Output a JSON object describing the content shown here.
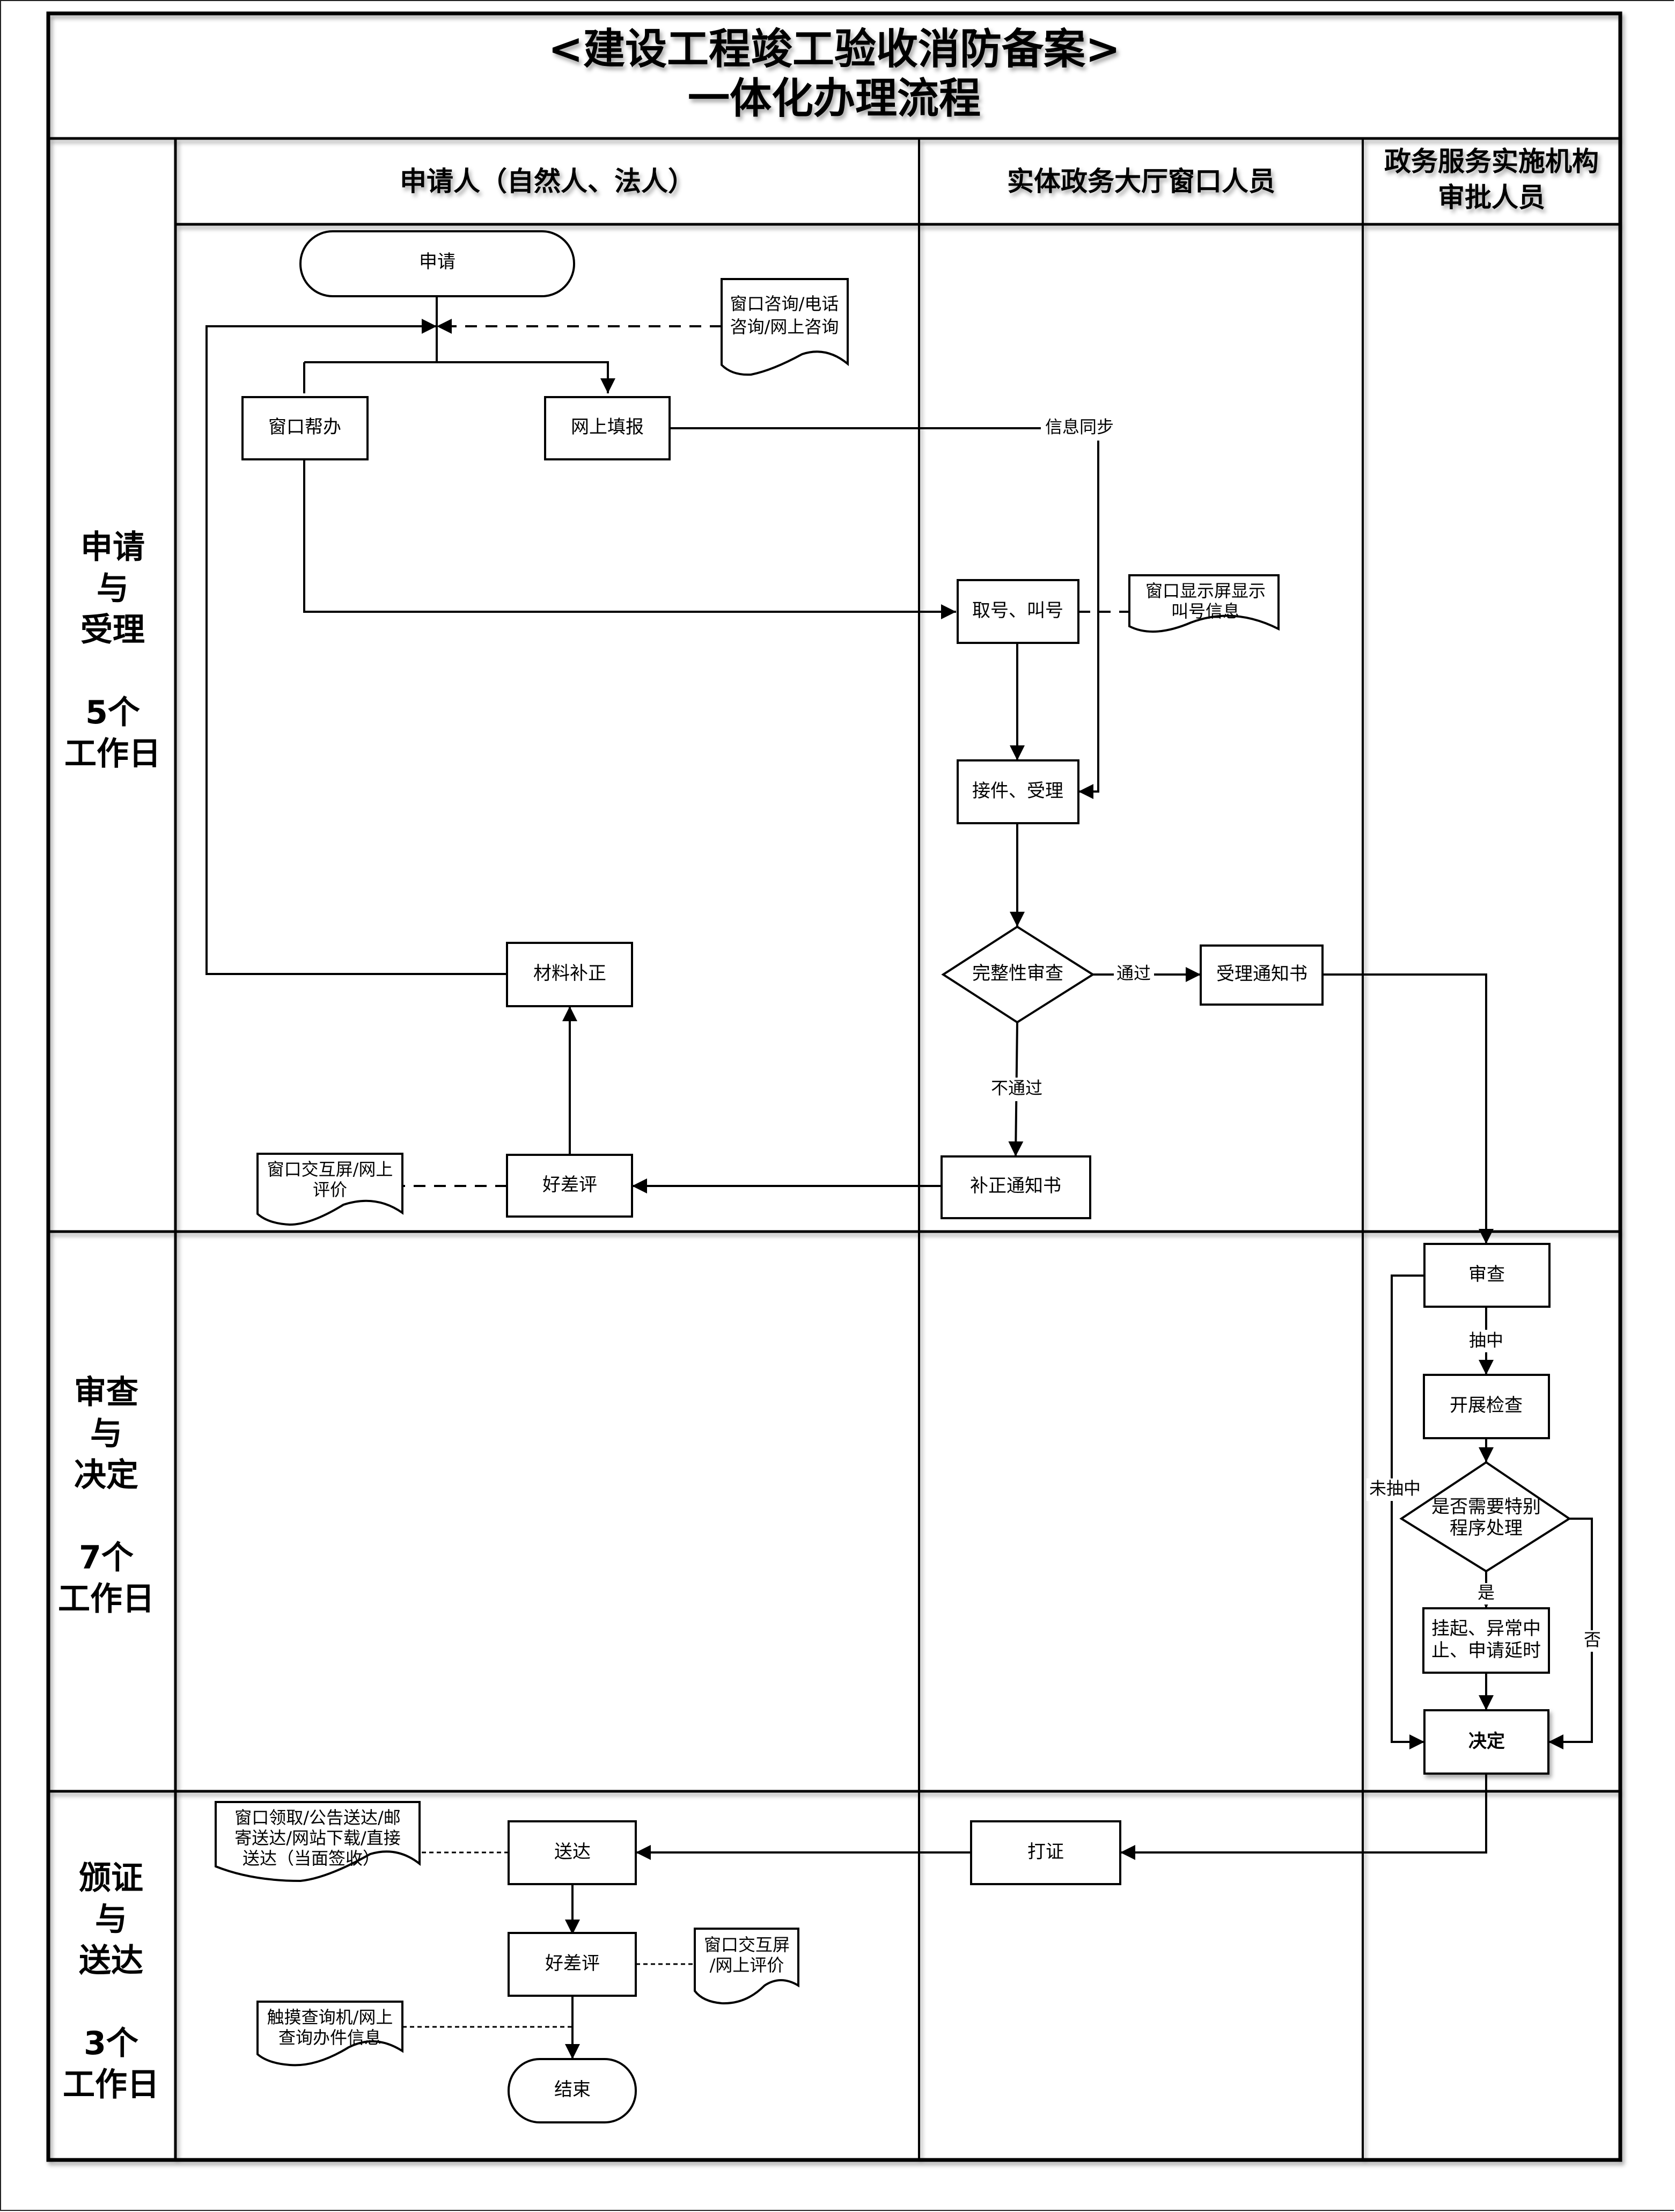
{
  "title": {
    "line1": "<建设工程竣工验收消防备案>",
    "line2": "一体化办理流程"
  },
  "lanes": [
    {
      "id": "applicant",
      "label_lines": [
        "申请人（自然人、法人）"
      ]
    },
    {
      "id": "window",
      "label_lines": [
        "实体政务大厅窗口人员"
      ]
    },
    {
      "id": "approver",
      "label_lines": [
        "政务服务实施机构",
        "审批人员"
      ]
    }
  ],
  "stages": [
    {
      "id": "apply",
      "label_lines": [
        "申请",
        "与",
        "受理",
        "",
        "5个",
        "工作日"
      ]
    },
    {
      "id": "review",
      "label_lines": [
        "审查",
        "与",
        "决定",
        "",
        "7个",
        "工作日"
      ]
    },
    {
      "id": "deliver",
      "label_lines": [
        "颁证",
        "与",
        "送达",
        "",
        "3个",
        "工作日"
      ]
    }
  ],
  "nodes": {
    "start": {
      "type": "terminator",
      "label": "申请"
    },
    "consult_doc": {
      "type": "document",
      "lines": [
        "窗口咨询/电话",
        "咨询/网上咨询"
      ]
    },
    "window_help": {
      "type": "process",
      "label": "窗口帮办"
    },
    "online_fill": {
      "type": "process",
      "label": "网上填报"
    },
    "take_number": {
      "type": "process",
      "label": "取号、叫号"
    },
    "screen_doc": {
      "type": "document",
      "lines": [
        "窗口显示屏显示",
        "叫号信息"
      ]
    },
    "receive": {
      "type": "process",
      "label": "接件、受理"
    },
    "completeness": {
      "type": "decision",
      "label": "完整性审查"
    },
    "accept_notice": {
      "type": "process",
      "label": "受理通知书"
    },
    "correction_notice": {
      "type": "process",
      "label": "补正通知书"
    },
    "rating1": {
      "type": "process",
      "label": "好差评"
    },
    "rating1_doc": {
      "type": "document",
      "lines": [
        "窗口交互屏/网上",
        "评价"
      ]
    },
    "material_fix": {
      "type": "process",
      "label": "材料补正"
    },
    "review": {
      "type": "process",
      "label": "审查"
    },
    "inspect": {
      "type": "process",
      "label": "开展检查"
    },
    "special": {
      "type": "decision",
      "lines": [
        "是否需要特别",
        "程序处理"
      ]
    },
    "suspend": {
      "type": "process",
      "lines": [
        "挂起、异常中",
        "止、申请延时"
      ]
    },
    "decide": {
      "type": "process",
      "label": "决定"
    },
    "print": {
      "type": "process",
      "label": "打证"
    },
    "deliver": {
      "type": "process",
      "label": "送达"
    },
    "deliver_doc": {
      "type": "document",
      "lines": [
        "窗口领取/公告送达/邮",
        "寄送达/网站下载/直接",
        "送达（当面签收）"
      ]
    },
    "rating2": {
      "type": "process",
      "label": "好差评"
    },
    "rating2_doc": {
      "type": "document",
      "lines": [
        "窗口交互屏",
        "/网上评价"
      ]
    },
    "query_doc": {
      "type": "document",
      "lines": [
        "触摸查询机/网上",
        "查询办件信息"
      ]
    },
    "end": {
      "type": "terminator",
      "label": "结束"
    }
  },
  "edge_labels": {
    "info_sync": "信息同步",
    "pass": "通过",
    "fail": "不通过",
    "selected": "抽中",
    "not_selected": "未抽中",
    "yes": "是",
    "no": "否"
  }
}
